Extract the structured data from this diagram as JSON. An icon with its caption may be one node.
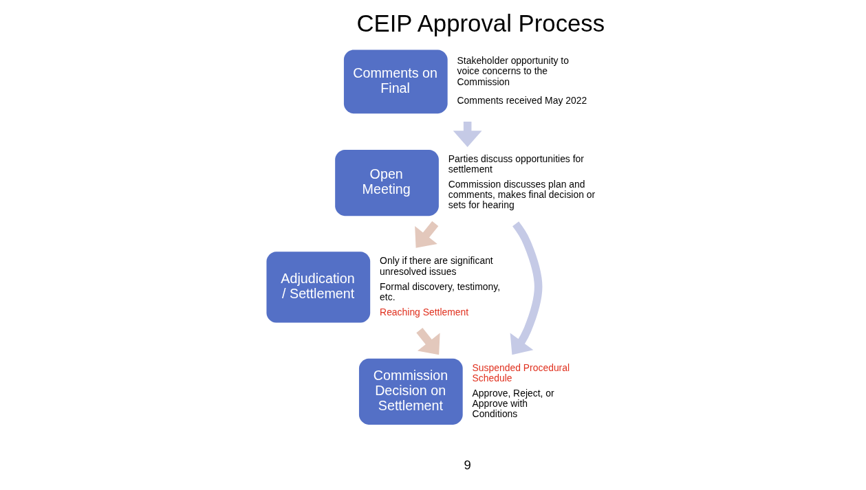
{
  "diagram": {
    "title": "CEIP Approval Process",
    "nodes": [
      {
        "text": [
          "Comments on Final"
        ],
        "beside": [
          "Stakeholder opportunity to voice concerns to the Commission",
          "Comments received May 2022"
        ]
      },
      {
        "text": [
          "Open Meeting"
        ],
        "beside": [
          "Parties discuss opportunities for settlement",
          "Commission discusses plan and comments, makes final decision or sets for hearing"
        ]
      },
      {
        "text": [
          "Adjudication/ Settlement"
        ],
        "beside": [
          "Only if there are significant unresolved issues",
          "Formal discovery, testimony, etc.",
          "Reaching Settlement"
        ]
      },
      {
        "text": [
          "Commission Decision on Settlement"
        ],
        "beside": [
          "Suspended Procedural Schedule",
          "Approve, Reject, or Approve with Conditions"
        ]
      }
    ],
    "edges": [
      {
        "from": 0,
        "to": 1,
        "arrow": "to",
        "color": "#c5cae6"
      },
      {
        "from": 1,
        "to": 2,
        "arrow": "to",
        "color": "#e3c8bc"
      },
      {
        "from": 2,
        "to": 3,
        "arrow": "to",
        "color": "#e3c8bc"
      },
      {
        "from": 1,
        "to": 3,
        "arrow": "to",
        "color": "#c5cae6"
      }
    ],
    "labels": [
      "9"
    ]
  }
}
